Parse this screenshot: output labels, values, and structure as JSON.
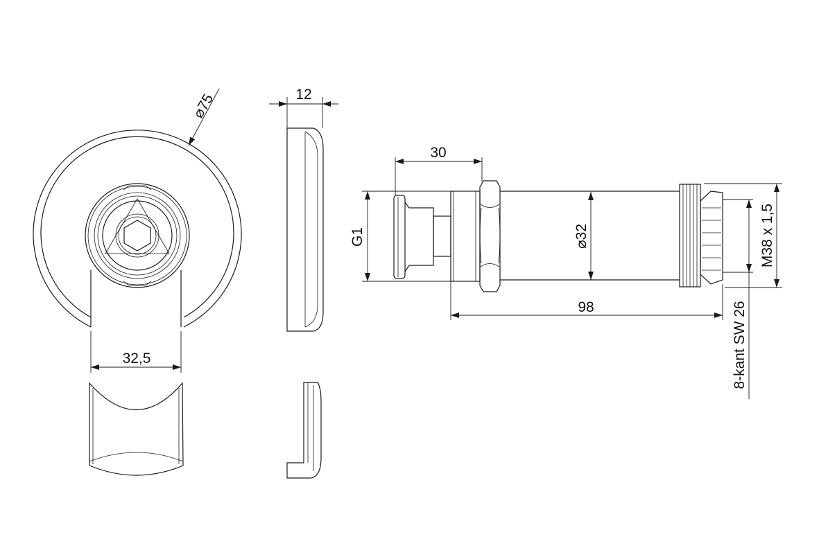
{
  "drawing": {
    "line_color": "#1a1a1a",
    "front_view": {
      "diameter_label": "⌀75",
      "slot_width_label": "32,5"
    },
    "side_view": {
      "thickness_label": "12"
    },
    "fitting_view": {
      "thread_label": "G1",
      "insert_depth_label": "30",
      "tube_diameter_label": "⌀32",
      "length_label": "98",
      "nut_thread_label": "M38 x 1,5",
      "wrench_size_label": "8-kant SW 26"
    }
  }
}
